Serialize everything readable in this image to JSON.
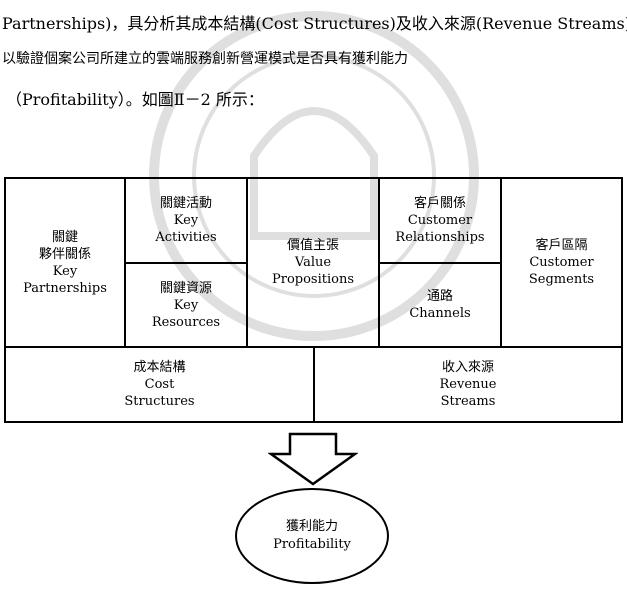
{
  "text": {
    "line1": "Partnerships)，具分析其成本結構(Cost Structures)及收入來源(Revenue Streams)，",
    "line2": "以驗證個案公司所建立的雲端服務創新營運模式是否具有獲利能力",
    "line3": "（Profitability）。如圖Ⅱ－2 所示："
  },
  "canvas": {
    "key_partnerships": {
      "zh": "關鍵",
      "zh2": "夥伴關係",
      "en": "Key",
      "en2": "Partnerships"
    },
    "key_activities": {
      "zh": "關鍵活動",
      "en": "Key",
      "en2": "Activities"
    },
    "key_resources": {
      "zh": "關鍵資源",
      "en": "Key",
      "en2": "Resources"
    },
    "value_propositions": {
      "zh": "價值主張",
      "en": "Value",
      "en2": "Propositions"
    },
    "customer_relationships": {
      "zh": "客戶關係",
      "en": "Customer",
      "en2": "Relationships"
    },
    "channels": {
      "zh": "通路",
      "en": "Channels"
    },
    "customer_segments": {
      "zh": "客戶區隔",
      "en": "Customer",
      "en2": "Segments"
    },
    "cost_structures": {
      "zh": "成本結構",
      "en": "Cost",
      "en2": "Structures"
    },
    "revenue_streams": {
      "zh": "收入來源",
      "en": "Revenue",
      "en2": "Streams"
    }
  },
  "result": {
    "zh": "獲利能力",
    "en": "Profitability"
  }
}
